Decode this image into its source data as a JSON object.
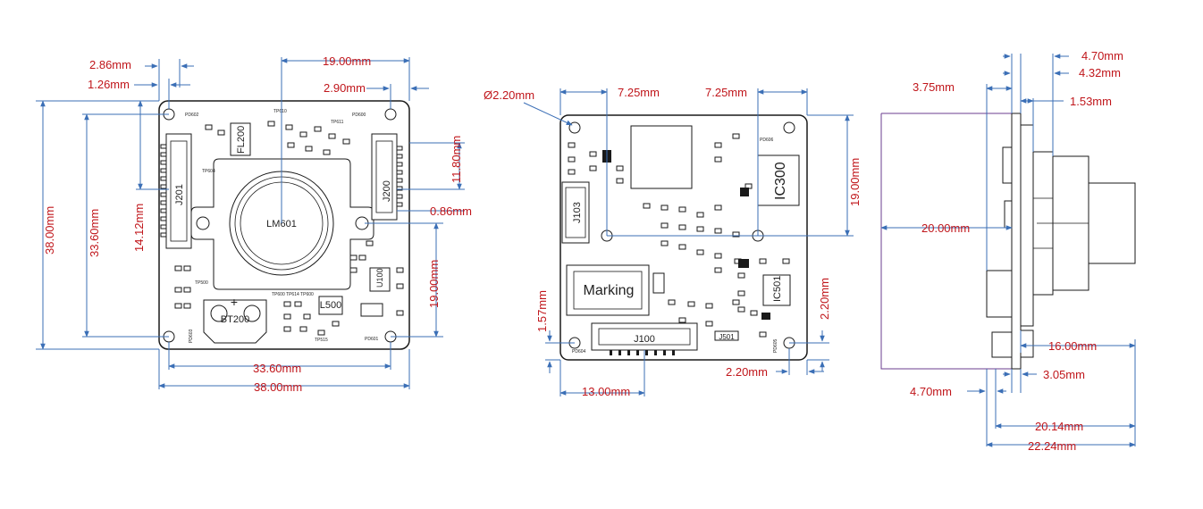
{
  "front_view": {
    "dims": {
      "d_2_86": "2.86mm",
      "d_1_26": "1.26mm",
      "d_19_00_top": "19.00mm",
      "d_2_90": "2.90mm",
      "d_11_80": "11.80mm",
      "d_0_86": "0.86mm",
      "d_38_00_v": "38.00mm",
      "d_33_60_v": "33.60mm",
      "d_14_12": "14.12mm",
      "d_19_00_right": "19.00mm",
      "d_33_60_h": "33.60mm",
      "d_38_00_h": "38.00mm"
    },
    "labels": {
      "j201": "J201",
      "j200": "J200",
      "fl200": "FL200",
      "lm601": "LM601",
      "bt200": "BT200",
      "l500": "L500",
      "u100": "U100",
      "plus": "+",
      "pd602": "PD602",
      "pd600": "PD600",
      "pd601": "PD601",
      "pd603": "PD603",
      "tp604": "TP604",
      "tp610": "TP610",
      "tp611": "TP611",
      "tp500": "TP500",
      "tp515": "TP515",
      "tp600": "TP600 TP614 TP600"
    }
  },
  "back_view": {
    "dims": {
      "d_dia": "Ø2.20mm",
      "d_7_25_l": "7.25mm",
      "d_7_25_r": "7.25mm",
      "d_19_00": "19.00mm",
      "d_1_57": "1.57mm",
      "d_2_20_v": "2.20mm",
      "d_2_20_h": "2.20mm",
      "d_13_00": "13.00mm"
    },
    "labels": {
      "j103": "J103",
      "ic300": "IC300",
      "marking": "Marking",
      "ic501": "IC501",
      "j100": "J100",
      "j501": "J501",
      "pd605": "PD605",
      "pd606": "PD606",
      "pd604": "PD604"
    }
  },
  "side_view": {
    "dims": {
      "d_4_70_top": "4.70mm",
      "d_4_32": "4.32mm",
      "d_3_75": "3.75mm",
      "d_1_53": "1.53mm",
      "d_20_00": "20.00mm",
      "d_16_00": "16.00mm",
      "d_3_05": "3.05mm",
      "d_4_70_bot": "4.70mm",
      "d_20_14": "20.14mm",
      "d_22_24": "22.24mm"
    }
  },
  "colors": {
    "dimension_text": "#c0161b",
    "dimension_line": "#3b6fb6",
    "outline": "#1a1a1a",
    "reference_line": "#6b3d8f"
  }
}
